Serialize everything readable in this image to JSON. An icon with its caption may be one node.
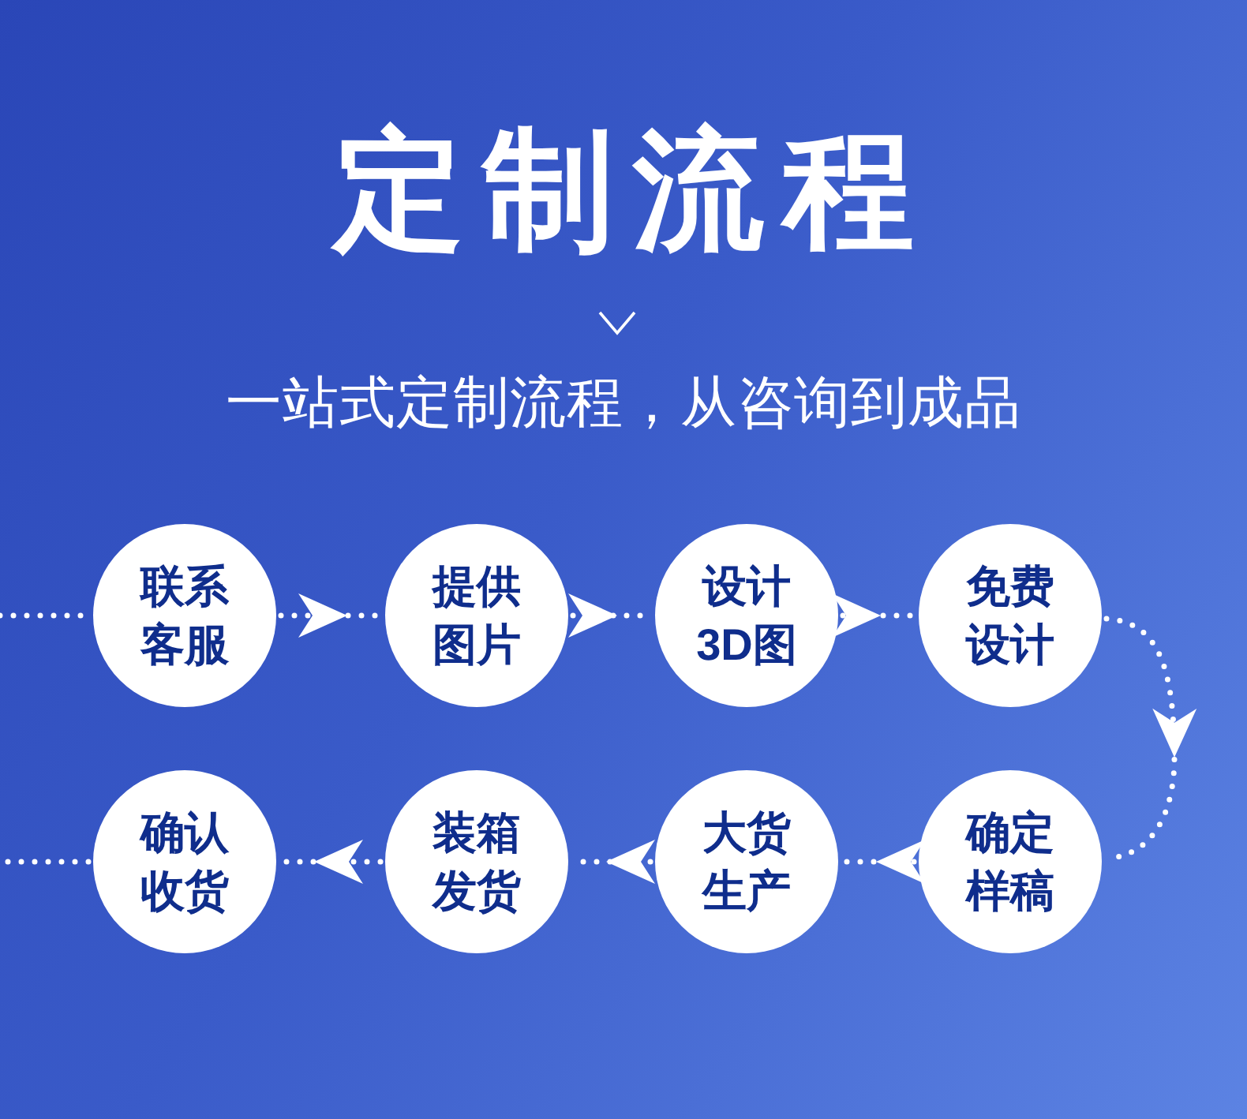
{
  "diagram": {
    "title": "定制流程",
    "labels": [
      "一站式定制流程，从咨询到成品"
    ],
    "nodes": [
      {
        "text": [
          "联系客服"
        ]
      },
      {
        "text": [
          "提供图片"
        ]
      },
      {
        "text": [
          "设计3D图"
        ]
      },
      {
        "text": [
          "免费设计"
        ]
      },
      {
        "text": [
          "确定样稿"
        ]
      },
      {
        "text": [
          "大货生产"
        ]
      },
      {
        "text": [
          "装箱发货"
        ]
      },
      {
        "text": [
          "确认收货"
        ]
      }
    ],
    "edges": [
      {
        "from": null,
        "to": 0,
        "arrow": "none"
      },
      {
        "from": 0,
        "to": 1,
        "arrow": "to"
      },
      {
        "from": 1,
        "to": 2,
        "arrow": "to"
      },
      {
        "from": 2,
        "to": 3,
        "arrow": "to"
      },
      {
        "from": 3,
        "to": 4,
        "arrow": "to"
      },
      {
        "from": 4,
        "to": 5,
        "arrow": "to"
      },
      {
        "from": 5,
        "to": 6,
        "arrow": "to"
      },
      {
        "from": 6,
        "to": 7,
        "arrow": "to"
      },
      {
        "from": 7,
        "to": null,
        "arrow": "none"
      }
    ]
  }
}
